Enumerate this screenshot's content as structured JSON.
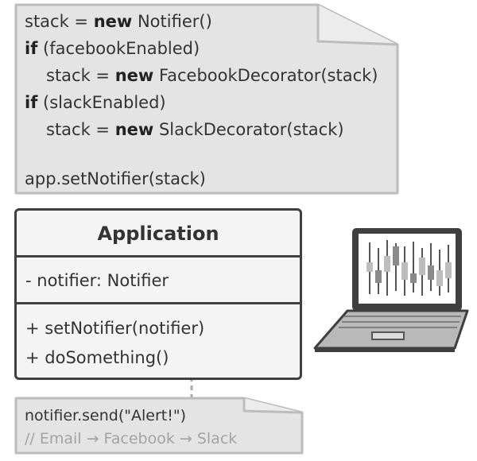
{
  "code_note": {
    "lines": [
      {
        "kw": "",
        "pre": "stack = ",
        "kw2": "new",
        "rest": " Notifier()"
      },
      {
        "kw": "if",
        "pre": " (facebookEnabled)",
        "kw2": "",
        "rest": ""
      },
      {
        "kw": "",
        "pre": "stack = ",
        "kw2": "new",
        "rest": " FacebookDecorator(stack)"
      },
      {
        "kw": "if",
        "pre": " (slackEnabled)",
        "kw2": "",
        "rest": ""
      },
      {
        "kw": "",
        "pre": "stack = ",
        "kw2": "new",
        "rest": " SlackDecorator(stack)"
      },
      {
        "kw": "",
        "pre": "app.setNotifier(stack)",
        "kw2": "",
        "rest": ""
      }
    ]
  },
  "uml_class": {
    "name": "Application",
    "field": "- notifier: Notifier",
    "methods": [
      "+ setNotifier(notifier)",
      "+ doSomething()"
    ]
  },
  "method_note": {
    "code": "notifier.send(\"Alert!\")",
    "comment": "// Email → Facebook → Slack"
  },
  "laptop": {
    "icon": "laptop-icon",
    "screen_icon": "candlestick-chart-icon"
  },
  "colors": {
    "note_fill": "#e4e4e4",
    "note_stroke": "#bcbcbc",
    "class_border": "#3f3f3f",
    "class_fill": "#f4f4f4",
    "comment_text": "#a3a3a3"
  }
}
